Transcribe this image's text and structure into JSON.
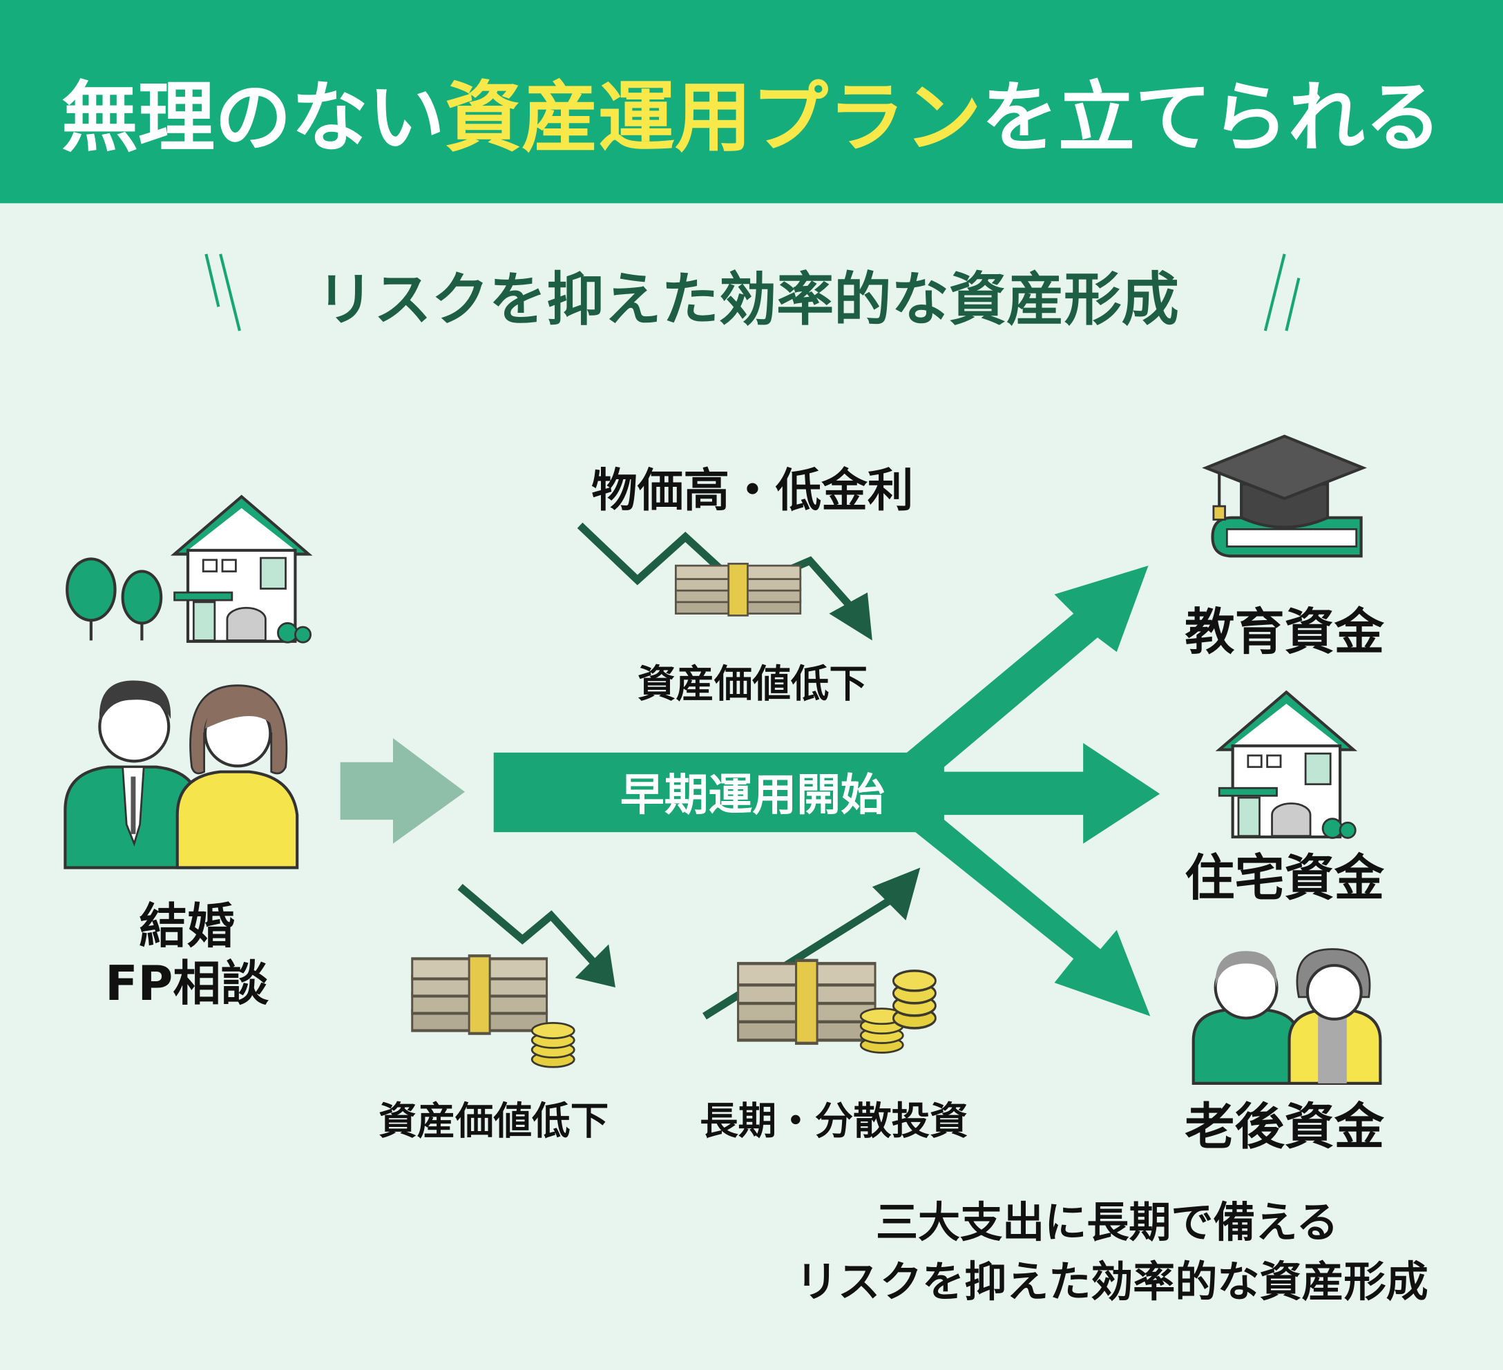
{
  "header": {
    "title_part1": "無理のない",
    "title_highlight": "資産運用プラン",
    "title_part2": "を立てられる"
  },
  "subtitle": "リスクを抑えた効率的な資産形成",
  "left": {
    "line1": "結婚",
    "line2": "FP相談"
  },
  "center_bar": "早期運用開始",
  "top_risk": {
    "title": "物価高・低金利",
    "caption": "資産価値低下"
  },
  "bottom_left_caption": "資産価値低下",
  "bottom_middle_caption": "長期・分散投資",
  "goals": [
    {
      "label": "教育資金",
      "icon": "graduation-cap-book-icon"
    },
    {
      "label": "住宅資金",
      "icon": "house-icon"
    },
    {
      "label": "老後資金",
      "icon": "elderly-couple-icon"
    }
  ],
  "footer": {
    "line1": "三大支出に長期で備える",
    "line2": "リスクを抑えた効率的な資産形成"
  },
  "colors": {
    "header_green": "#16ad7d",
    "highlight_yellow": "#f8e84a",
    "background": "#e8f5ef",
    "arrow_green": "#1aa576",
    "dark_green": "#1d5e44"
  }
}
